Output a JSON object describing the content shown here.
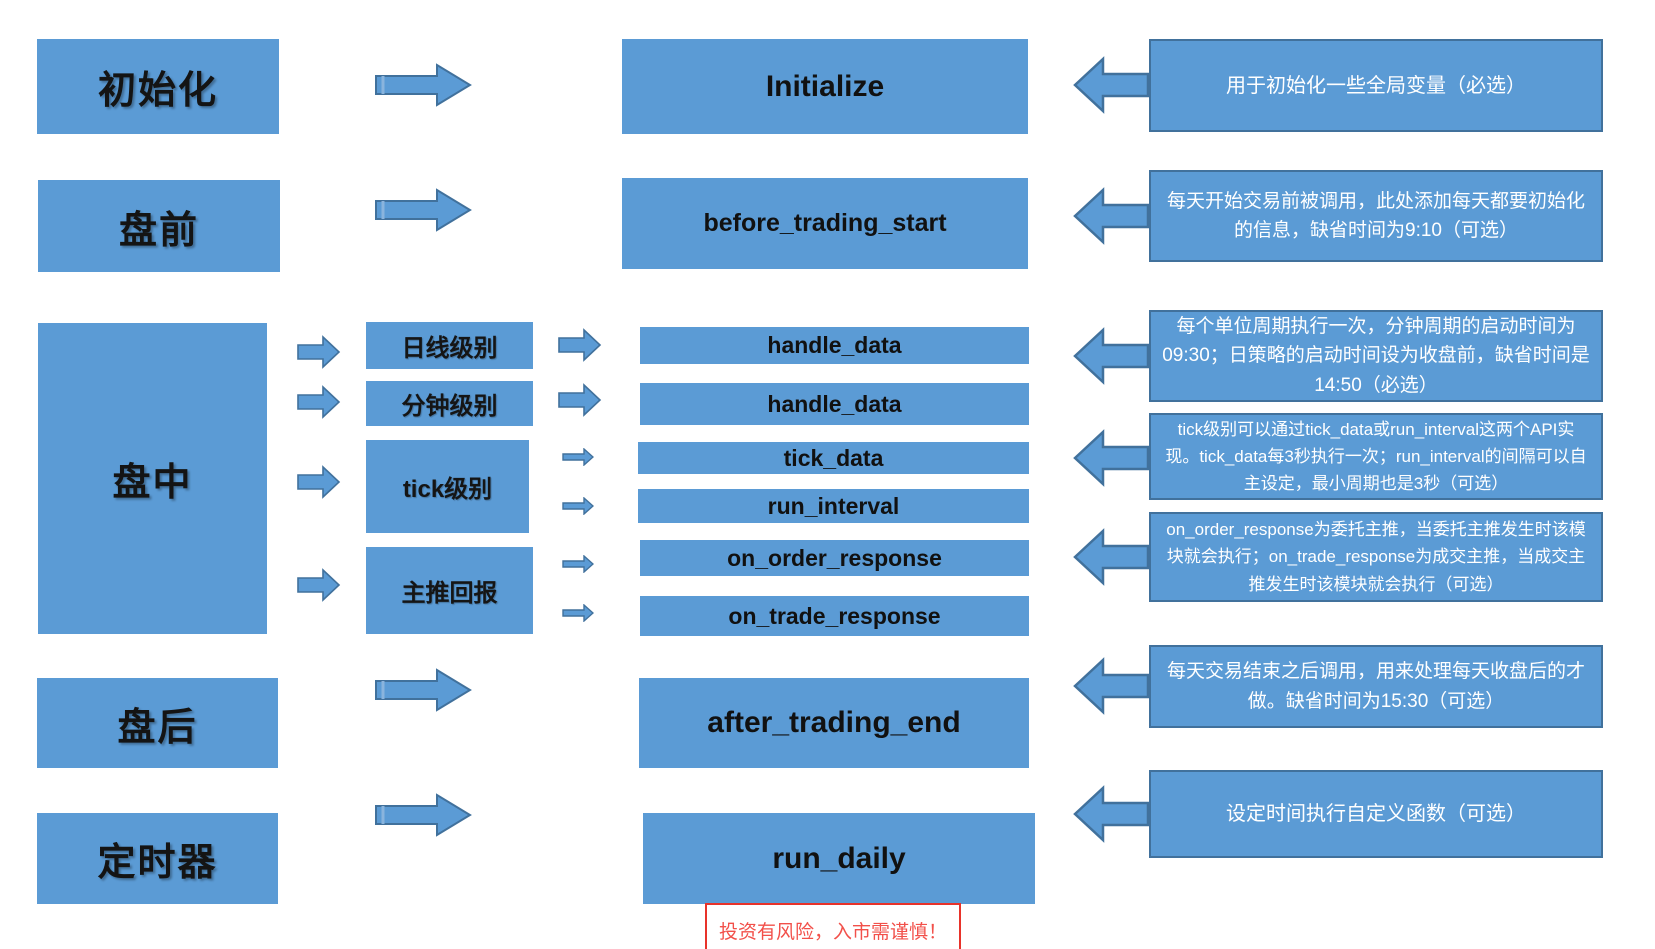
{
  "colors": {
    "box_fill": "#5b9bd5",
    "box_border": "#41719c",
    "text_dark": "#111111",
    "text_light": "#ffffff",
    "disclaimer_red": "#e8332a"
  },
  "stages": [
    {
      "label": "初始化"
    },
    {
      "label": "盘前"
    },
    {
      "label": "盘中"
    },
    {
      "label": "盘后"
    },
    {
      "label": "定时器"
    }
  ],
  "levels": [
    {
      "label": "日线级别"
    },
    {
      "label": "分钟级别"
    },
    {
      "label": "tick级别"
    },
    {
      "label": "主推回报"
    }
  ],
  "functions": [
    {
      "label": "Initialize"
    },
    {
      "label": "before_trading_start"
    },
    {
      "label": "handle_data"
    },
    {
      "label": "handle_data"
    },
    {
      "label": "tick_data"
    },
    {
      "label": "run_interval"
    },
    {
      "label": "on_order_response"
    },
    {
      "label": "on_trade_response"
    },
    {
      "label": "after_trading_end"
    },
    {
      "label": "run_daily"
    }
  ],
  "descriptions": [
    {
      "text": "用于初始化一些全局变量（必选）"
    },
    {
      "text": "每天开始交易前被调用，此处添加每天都要初始化的信息，缺省时间为9:10（可选）"
    },
    {
      "text": "每个单位周期执行一次，分钟周期的启动时间为09:30；日策略的启动时间设为收盘前，缺省时间是14:50（必选）"
    },
    {
      "text": "tick级别可以通过tick_data或run_interval这两个API实现。tick_data每3秒执行一次；run_interval的间隔可以自主设定，最小周期也是3秒（可选）"
    },
    {
      "text": "on_order_response为委托主推，当委托主推发生时该模块就会执行；on_trade_response为成交主推，当成交主推发生时该模块就会执行（可选）"
    },
    {
      "text": "每天交易结束之后调用，用来处理每天收盘后的才做。缺省时间为15:30（可选）"
    },
    {
      "text": "设定时间执行自定义函数（可选）"
    }
  ],
  "disclaimer": {
    "text": "投资有风险，入市需谨慎！"
  }
}
